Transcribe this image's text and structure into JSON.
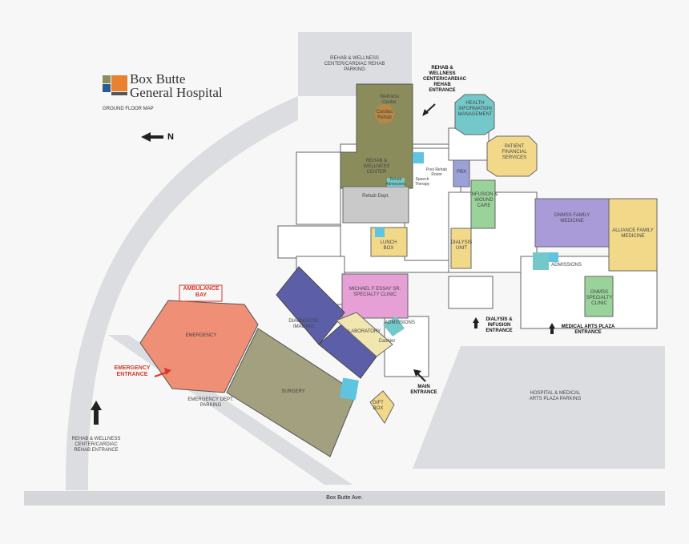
{
  "logo": {
    "name_line1": "Box Butte",
    "name_line2": "General Hospital",
    "subtitle": "Ground Floor Map",
    "colors": [
      "#e88230",
      "#2a5c8f",
      "#8b8d5e",
      "#555555"
    ]
  },
  "north": {
    "label": "N",
    "icon": "arrow-left-icon"
  },
  "parking": {
    "top": "Rehab & Wellness Center/Cardiac Rehab Parking",
    "emergency": "Emergency Dept. Parking",
    "medical_arts": "Hospital & Medical Arts Plaza Parking"
  },
  "street": "Box Butte Ave.",
  "entrances": {
    "rehab_top": "Rehab & Wellness Center/Cardiac Rehab Entrance",
    "rehab_left": "Rehab & Wellness Center/Cardiac Rehab Entrance",
    "dialysis": "Dialysis & Infusion Entrance",
    "medical_arts": "Medical Arts Plaza Entrance",
    "main": "Main Entrance",
    "emergency": "Emergency Entrance",
    "ambulance": "Ambulance Bay"
  },
  "rooms": {
    "wellness_center": "Wellness Center",
    "cardiac_rehab": "Cardiac Rehab",
    "rehab_wellness_center": "Rehab & Wellness Center",
    "rehab_admissions": "Rehab Admissions",
    "rehab_dept": "Rehab Dept.",
    "pool_rehab": "Pool Rehab Room",
    "speech_therapy": "Speech Therapy",
    "him": "Health Information Management",
    "patient_financial": "Patient Financial Services",
    "pbx": "PBX",
    "infusion": "Infusion & Wound Care",
    "lunch_box": "Lunch Box",
    "dialysis_unit": "Dialysis Unit",
    "gnmss_family": "GNMSS Family Medicine",
    "alliance_family": "Alliance Family Medicine",
    "admissions_right": "Admissions",
    "gnmss_specialty": "GNMSS Specialty Clinic",
    "essay_clinic": "Michael F Essay Sr. Specialty Clinic",
    "diagnostic_imaging": "Diagnostic Imaging",
    "laboratory": "Laboratory",
    "admissions_center": "Admissions",
    "cashier": "Cashier",
    "emergency": "Emergency",
    "surgery": "Surgery",
    "gift_box": "Gift Box"
  },
  "colors": {
    "rehab": "#8b8c5c",
    "rehab_dept": "#c9c9c9",
    "him": "#73c9c9",
    "financial": "#f2d98a",
    "pbx": "#9aa0d8",
    "infusion": "#99d39a",
    "lunch": "#f2d98a",
    "dialysis": "#f2d98a",
    "gnmss_family": "#a99bd8",
    "alliance": "#f2d98a",
    "gnmss_specialty": "#99d39a",
    "essay": "#e7a0d6",
    "imaging": "#5c5fa8",
    "lab": "#f2e6b0",
    "cashier": "#73c9c9",
    "emergency": "#ee8f76",
    "surgery": "#a2a07e",
    "gift": "#f2d98a",
    "restroom": "#5fc4e0",
    "street": "#d5d6d9",
    "parking": "#dcdde0"
  }
}
